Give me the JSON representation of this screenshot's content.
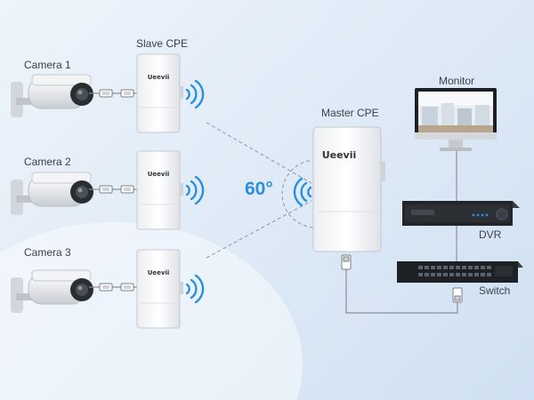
{
  "cameras": [
    {
      "label": "Camera 1"
    },
    {
      "label": "Camera 2"
    },
    {
      "label": "Camera 3"
    }
  ],
  "slave_label": "Slave CPE",
  "master_label": "Master CPE",
  "angle_label": "60°",
  "brand": "Ueevii",
  "monitor_label": "Monitor",
  "dvr_label": "DVR",
  "switch_label": "Switch",
  "colors": {
    "accent": "#2b8fe0",
    "background": "#e4eef8",
    "device_white": "#f7f8fa",
    "device_dark": "#1e2024",
    "wire": "#8a9099"
  }
}
